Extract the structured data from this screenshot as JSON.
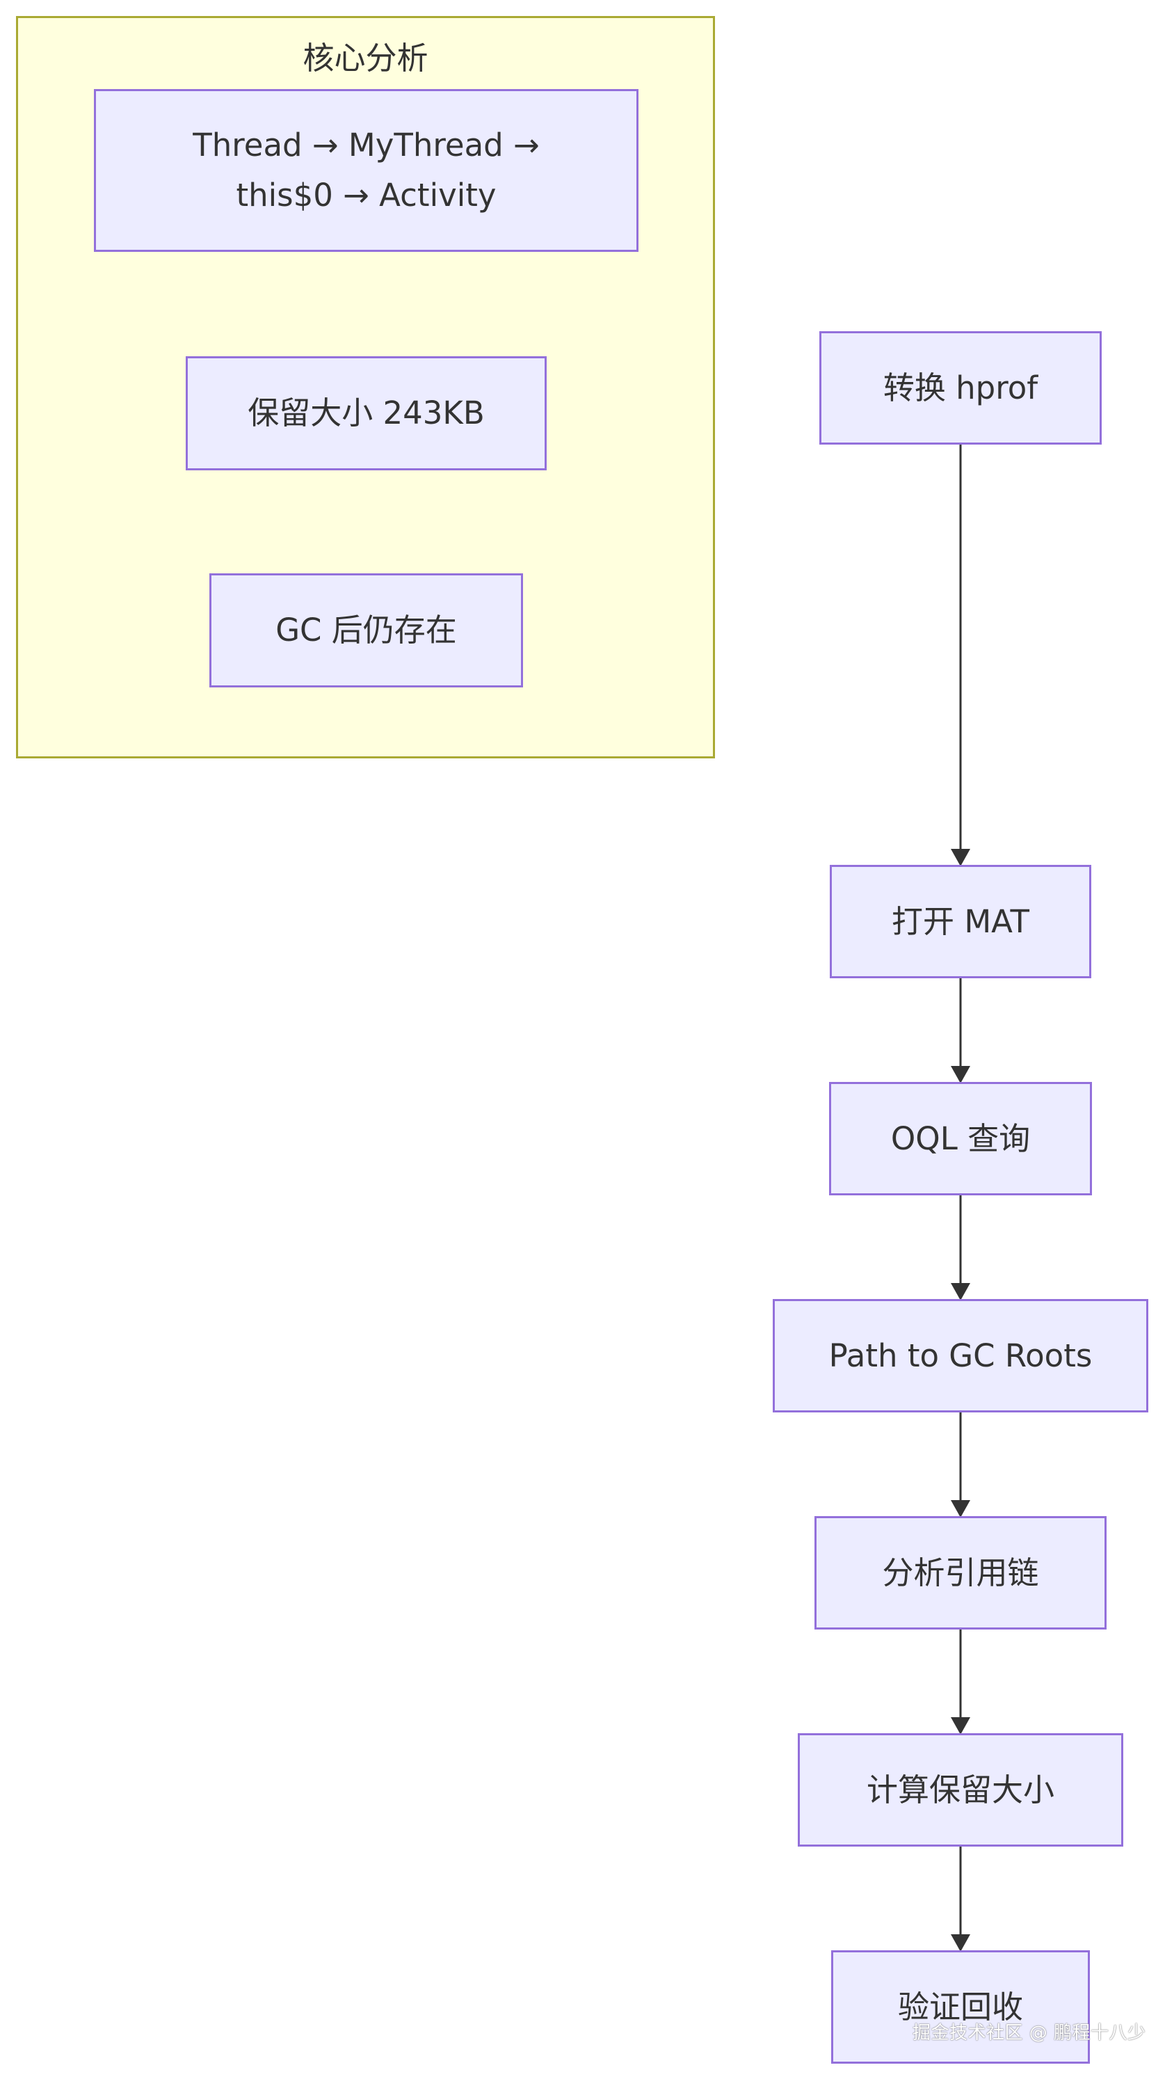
{
  "cluster": {
    "title": "核心分析",
    "nodes": [
      {
        "line1": "Thread → MyThread →",
        "line2": "this$0 → Activity"
      },
      {
        "label": "保留大小 243KB"
      },
      {
        "label": "GC 后仍存在"
      }
    ]
  },
  "flow": {
    "steps": [
      "转换 hprof",
      "打开 MAT",
      "OQL 查询",
      "Path to GC Roots",
      "分析引用链",
      "计算保留大小",
      "验证回收"
    ]
  },
  "watermark": "掘金技术社区 @ 鹏程十八少",
  "colors": {
    "node_fill": "#ececff",
    "node_border": "#9370db",
    "cluster_fill": "#ffffde",
    "cluster_border": "#aaaa33",
    "edge": "#333333",
    "text": "#333333"
  }
}
